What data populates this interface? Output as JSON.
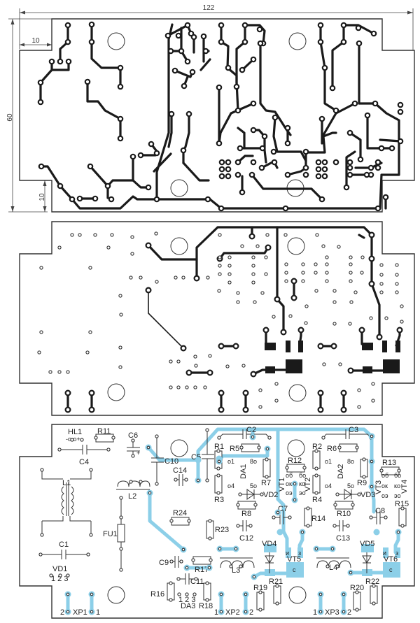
{
  "title": "PCB layout drawings: bottom copper, top copper, component placement",
  "colors": {
    "copper": "#1a1a1a",
    "highlight": "#8ccfe8",
    "outline": "#333333"
  },
  "dimensions": {
    "width_label": "122",
    "height_label": "60",
    "notch_width_label": "10",
    "notch_height_label": "10"
  },
  "views": [
    {
      "name": "bottom-copper-layer"
    },
    {
      "name": "top-copper-layer"
    },
    {
      "name": "component-placement"
    }
  ],
  "components": {
    "HL1": "HL1",
    "R11": "R11",
    "C4": "C4",
    "C6": "C6",
    "C10": "C10",
    "C5": "C5",
    "C14": "C14",
    "C2": "C2",
    "C3": "C3",
    "R1": "R1",
    "R5": "R5",
    "R2": "R2",
    "R6": "R6",
    "R12": "R12",
    "R13": "R13",
    "DA1": "DA1",
    "DA2": "DA2",
    "R7": "R7",
    "R9": "R9",
    "R3": "R3",
    "R4": "R4",
    "VT1": "VT1",
    "VT2": "VT2",
    "VT3": "VT3",
    "VT4": "VT4",
    "VD2": "VD2",
    "VD3": "VD3",
    "R8": "R8",
    "R10": "R10",
    "C7": "C7",
    "C8": "C8",
    "R14": "R14",
    "R15": "R15",
    "L1": "L1",
    "L2": "L2",
    "R24": "R24",
    "R23": "R23",
    "C12": "C12",
    "C13": "C13",
    "FU1": "FU1",
    "C1": "C1",
    "VD1": "VD1",
    "VD1_pins": "1 2 3",
    "C9": "C9",
    "R17": "R17",
    "L3": "L3",
    "L4": "L4",
    "VD4": "VD4",
    "VD5": "VD5",
    "VT5": "VT5",
    "VT6": "VT6",
    "C11": "C11",
    "R16": "R16",
    "DA3": "DA3",
    "DA3_pins": "1 2 3",
    "R18": "R18",
    "R19": "R19",
    "R21": "R21",
    "R20": "R20",
    "R22": "R22",
    "XP1": "XP1",
    "XP2": "XP2",
    "XP3": "XP3"
  },
  "pin_marks": {
    "dip_1": "o1",
    "dip_8": "8o",
    "dip_4": "o4",
    "dip_5": "5o",
    "b_left": "oб",
    "b_right": "бo",
    "k_left": "oк",
    "k_right": "кo",
    "e_left": "oэ",
    "e_right": "эo",
    "plus": "+",
    "minus": "-",
    "hl_pins": "-o o+",
    "fet_s": "и",
    "fet_g": "з",
    "fet_d": "с",
    "xp1_left": "2",
    "xp1_right": "1",
    "xp2_left": "1",
    "xp2_right": "2",
    "xp3_left": "1",
    "xp3_right": "2"
  }
}
